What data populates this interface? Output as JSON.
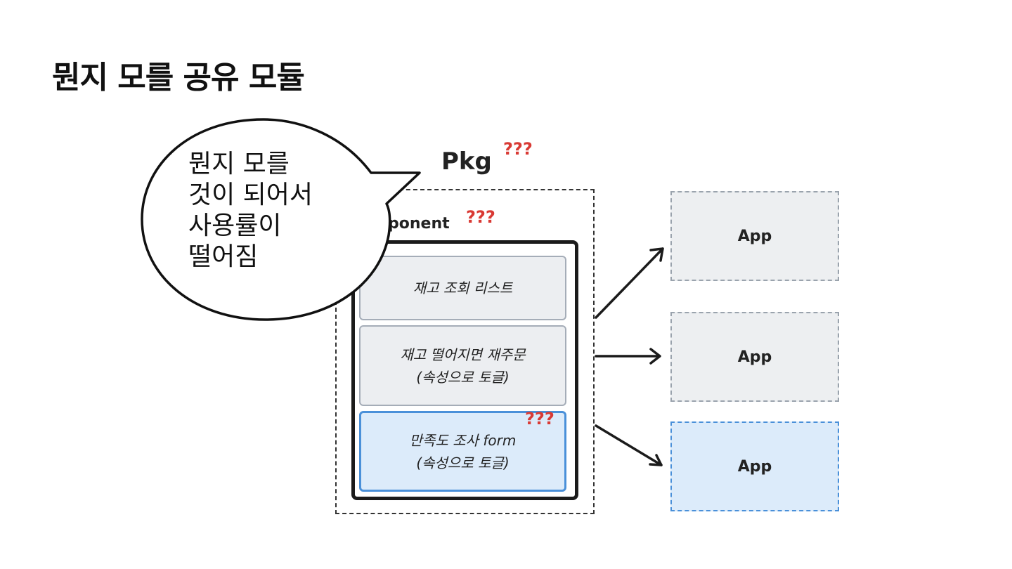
{
  "slide": {
    "title": "뭔지 모를 공유 모듈"
  },
  "pkg": {
    "label": "Pkg",
    "marker": "???"
  },
  "component": {
    "label": "ponent",
    "marker": "???",
    "items": [
      {
        "lines": [
          "재고 조회 리스트"
        ],
        "marker": ""
      },
      {
        "lines": [
          "재고 떨어지면 재주문",
          "(속성으로 토글)"
        ],
        "marker": ""
      },
      {
        "lines": [
          "만족도 조사 form",
          "(속성으로 토글)"
        ],
        "marker": "???"
      }
    ]
  },
  "apps": [
    {
      "label": "App"
    },
    {
      "label": "App"
    },
    {
      "label": "App"
    }
  ],
  "speech_bubble": {
    "lines": [
      "뭔지 모를",
      "것이 되어서",
      "사용률이",
      "떨어짐"
    ]
  },
  "colors": {
    "marker": "#d93a34",
    "highlight_fill": "#dcebfa",
    "highlight_border": "#4a90d9",
    "neutral_fill": "#edeff1"
  }
}
